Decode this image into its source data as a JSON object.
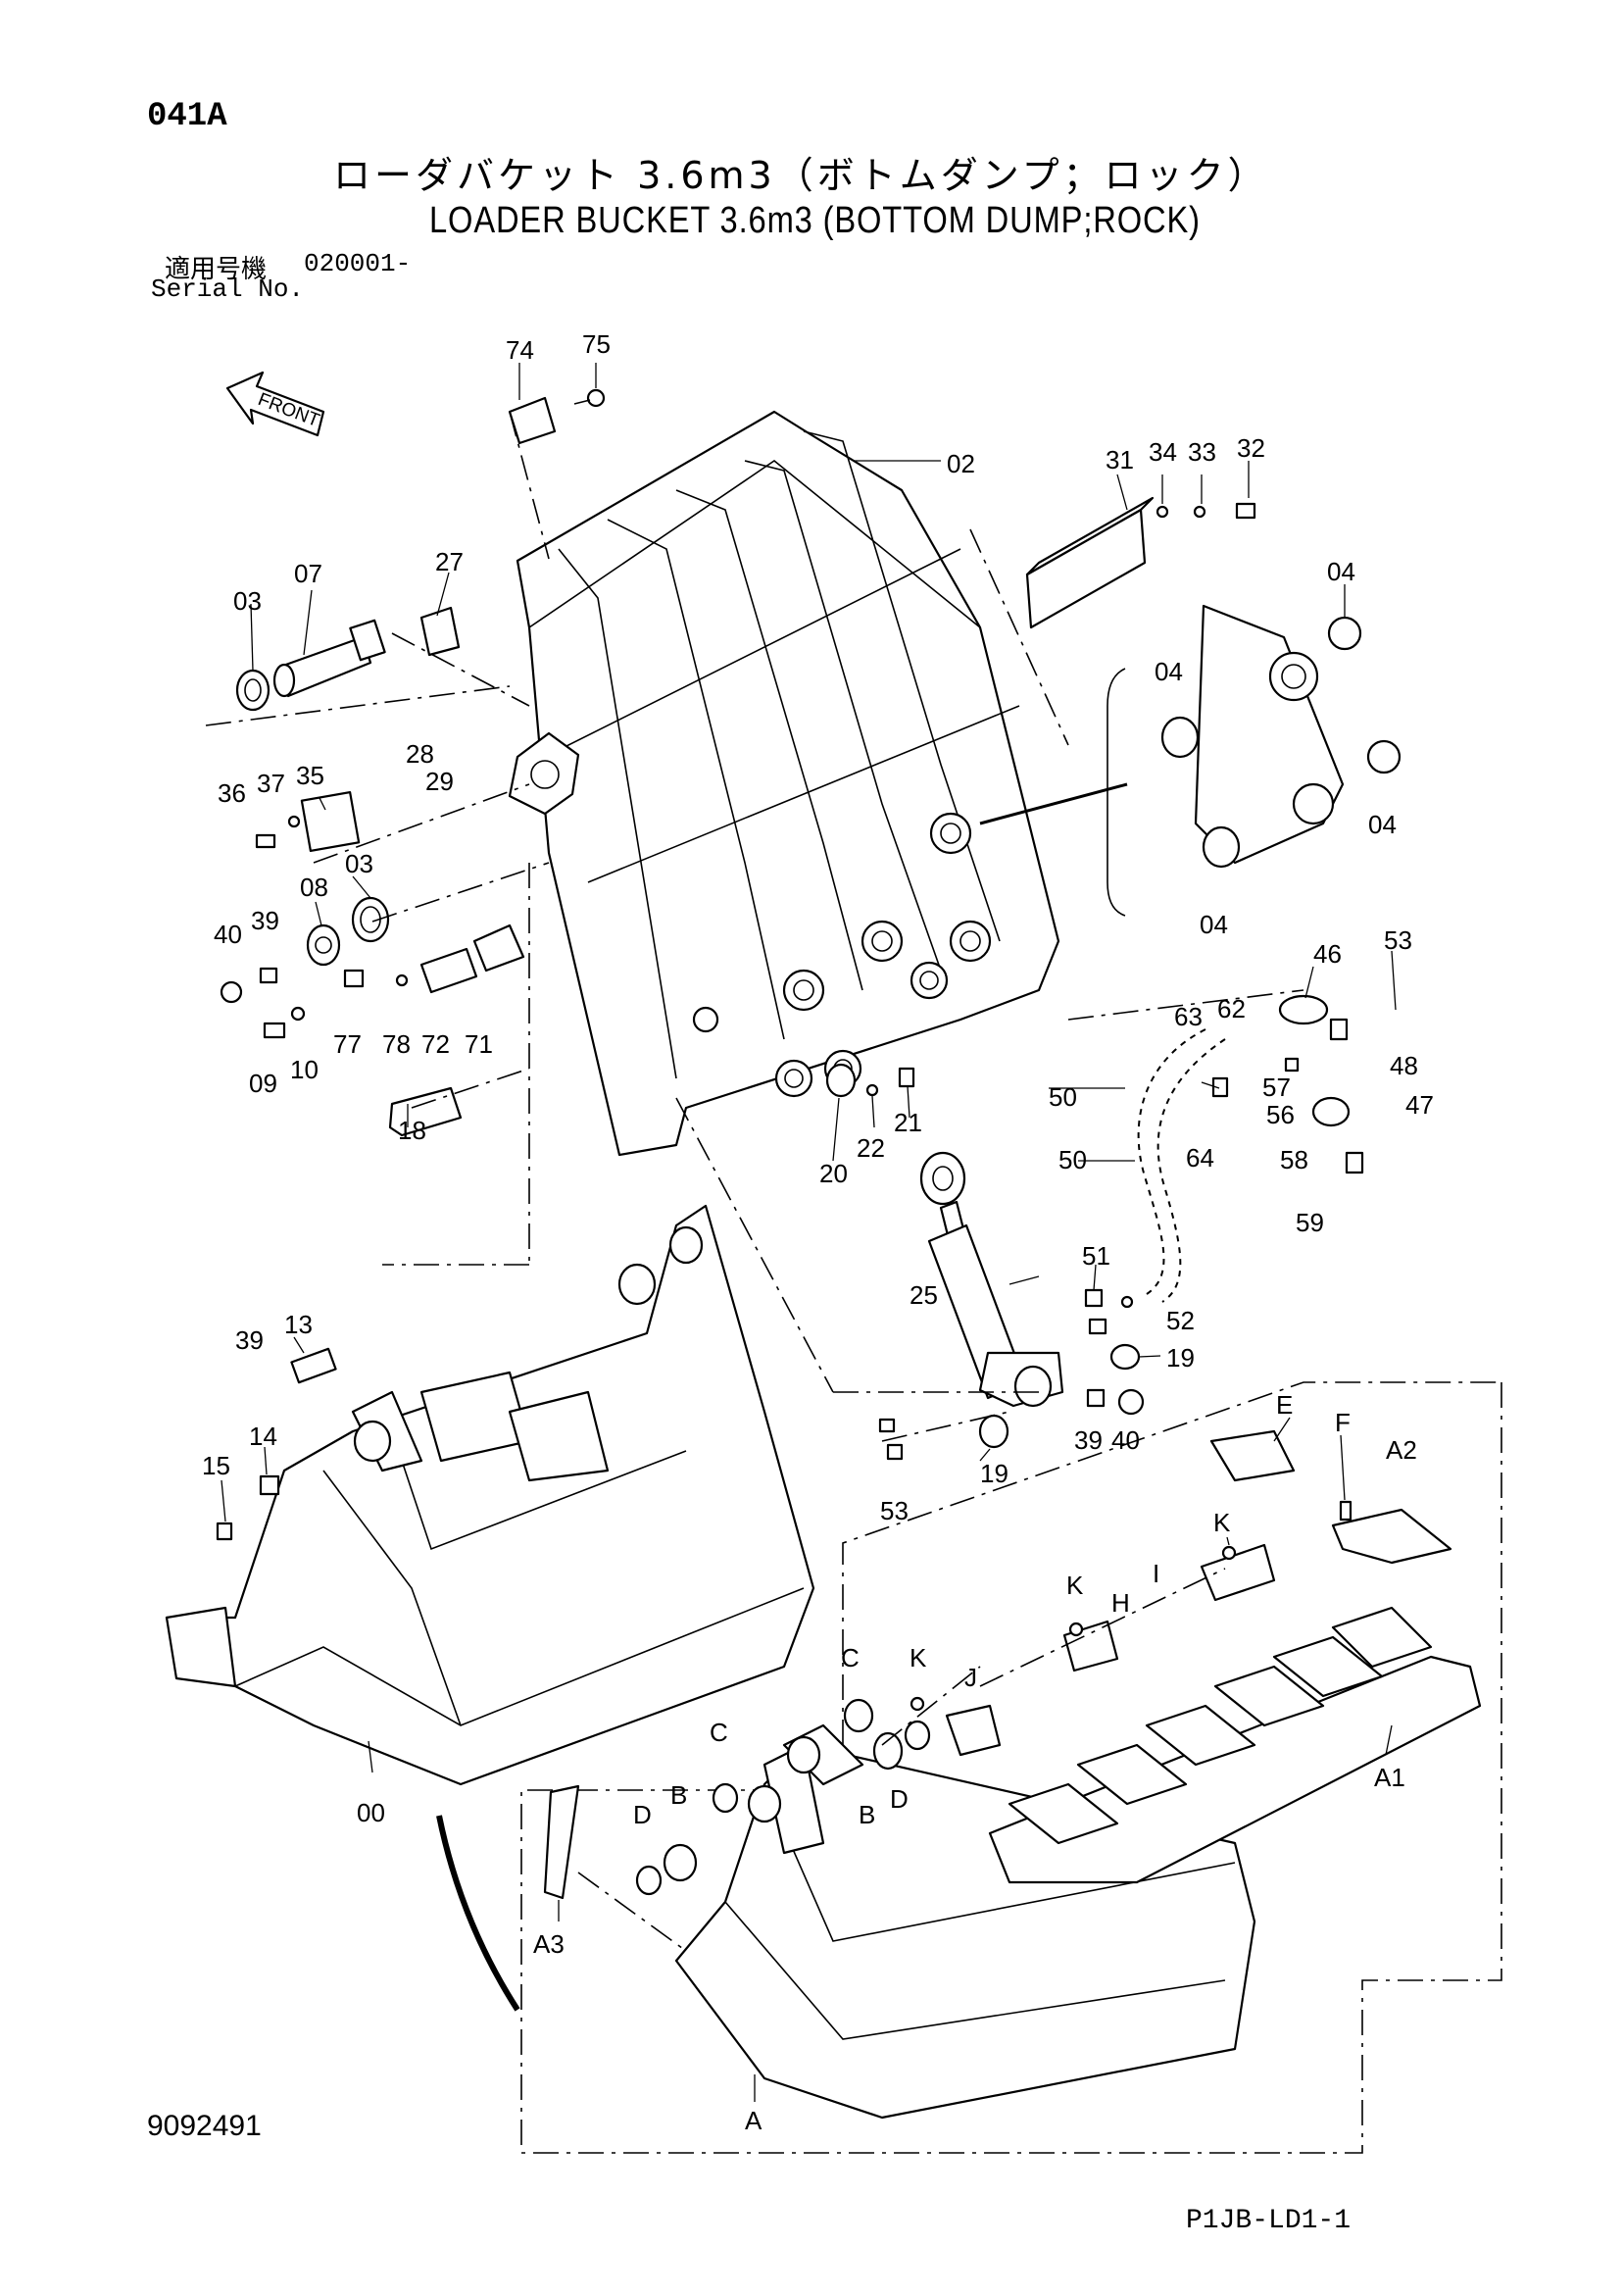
{
  "header": {
    "page_code": "041A",
    "title_jp": "ローダバケット 3.6m3（ボトムダンプ；ロック）",
    "title_en": "LOADER BUCKET 3.6m3 (BOTTOM DUMP;ROCK)",
    "serial_label_jp": "適用号機",
    "serial_range": "020001-",
    "serial_label_en": "Serial No."
  },
  "front_arrow_label": "FRONT",
  "part_callouts": [
    "74",
    "75",
    "02",
    "31",
    "34",
    "33",
    "32",
    "27",
    "07",
    "03",
    "04",
    "04",
    "04",
    "04",
    "28",
    "29",
    "36",
    "37",
    "35",
    "08",
    "03",
    "39",
    "40",
    "77",
    "78",
    "72",
    "71",
    "09",
    "10",
    "46",
    "53",
    "63",
    "62",
    "48",
    "57",
    "47",
    "56",
    "58",
    "59",
    "50",
    "50",
    "64",
    "21",
    "22",
    "20",
    "18",
    "51",
    "25",
    "52",
    "19",
    "39",
    "40",
    "19",
    "53",
    "13",
    "39",
    "14",
    "15",
    "00",
    "E",
    "F",
    "A2",
    "K",
    "I",
    "K",
    "H",
    "C",
    "K",
    "J",
    "C",
    "B",
    "D",
    "D",
    "B",
    "A3",
    "A1",
    "A"
  ],
  "footer": {
    "doc_number": "9092491",
    "page_ref": "P1JB-LD1-1"
  }
}
